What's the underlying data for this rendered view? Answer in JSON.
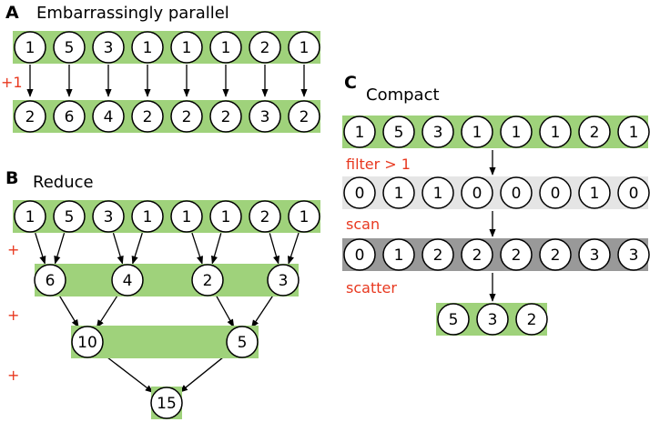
{
  "colors": {
    "green": "#9fd27b",
    "light_gray": "#e5e5e5",
    "dark_gray": "#999999",
    "accent_red": "#e8381f",
    "ink": "#000000"
  },
  "panel_a": {
    "letter": "A",
    "title": "Embarrassingly parallel",
    "op_label": "+1",
    "input": [
      "1",
      "5",
      "3",
      "1",
      "1",
      "1",
      "2",
      "1"
    ],
    "output": [
      "2",
      "6",
      "4",
      "2",
      "2",
      "2",
      "3",
      "2"
    ]
  },
  "panel_b": {
    "letter": "B",
    "title": "Reduce",
    "op_label": "+",
    "level0": [
      "1",
      "5",
      "3",
      "1",
      "1",
      "1",
      "2",
      "1"
    ],
    "level1": [
      "6",
      "4",
      "2",
      "3"
    ],
    "level2": [
      "10",
      "5"
    ],
    "level3": [
      "15"
    ]
  },
  "panel_c": {
    "letter": "C",
    "title": "Compact",
    "input": [
      "1",
      "5",
      "3",
      "1",
      "1",
      "1",
      "2",
      "1"
    ],
    "filter_label": "filter > 1",
    "flags": [
      "0",
      "1",
      "1",
      "0",
      "0",
      "0",
      "1",
      "0"
    ],
    "scan_label": "scan",
    "scanned": [
      "0",
      "1",
      "2",
      "2",
      "2",
      "2",
      "3",
      "3"
    ],
    "scatter_label": "scatter",
    "result": [
      "5",
      "3",
      "2"
    ]
  }
}
